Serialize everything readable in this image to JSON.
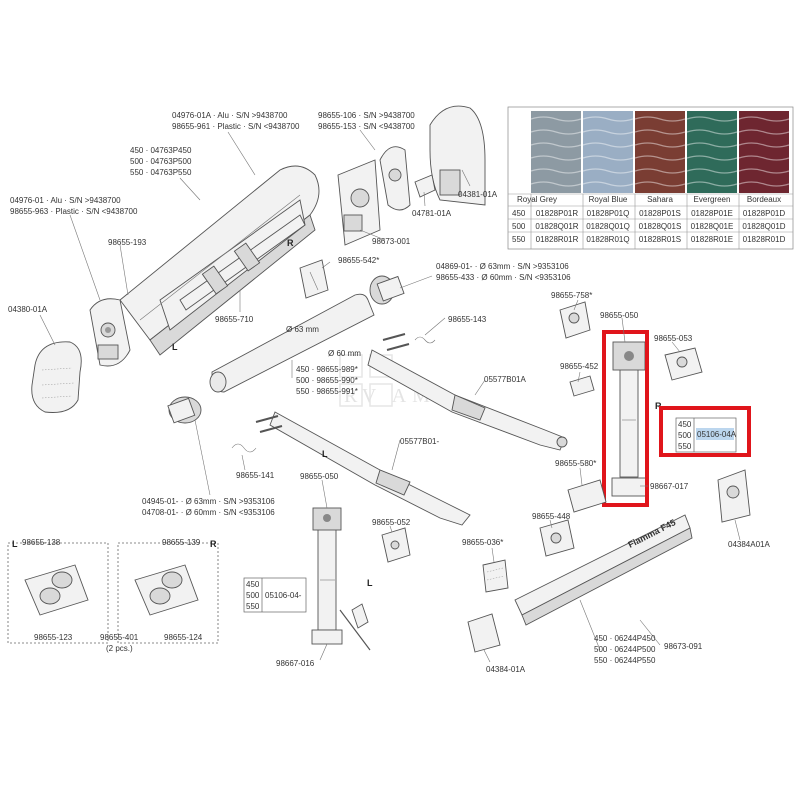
{
  "labels": {
    "l1": "04976-01A · Alu · S/N >9438700",
    "l2": "98655-961 · Plastic · S/N <9438700",
    "l3": "98655-106 · S/N >9438700",
    "l4": "98655-153 · S/N <9438700",
    "l5": "450 · 04763P450",
    "l6": "500 · 04763P500",
    "l7": "550 · 04763P550",
    "l8": "04976-01 · Alu · S/N >9438700",
    "l9": "98655-963 · Plastic · S/N <9438700",
    "l10": "98655-193",
    "l11": "04380-01A",
    "l12": "04381-01A",
    "l13": "04781-01A",
    "l14": "98673-001",
    "l15": "98655-542*",
    "l16": "98655-710",
    "l17": "04869-01- · Ø 63mm · S/N >9353106",
    "l18": "98655-433 · Ø 60mm · S/N <9353106",
    "l19": "Ø 63 mm",
    "l20": "Ø 60 mm",
    "l21": "450 · 98655-989*",
    "l22": "500 · 98655-990*",
    "l23": "550 · 98655-991*",
    "l24": "98655-143",
    "l25": "05577B01A",
    "l26": "05577B01-",
    "l27": "98655-141",
    "l28": "04945-01- · Ø 63mm · S/N >9353106",
    "l29": "04708-01- · Ø 60mm · S/N <9353106",
    "l30": "98655-758*",
    "l31": "98655-050",
    "l32": "98655-053",
    "l33": "98655-452",
    "l34": "98655-580*",
    "l35": "98667-017",
    "l36": "04384A01A",
    "l37": "98655-448",
    "l38": "98655-036*",
    "l39": "98655-050",
    "l40": "98655-052",
    "l41": "98667-016",
    "l42": "98655-138",
    "l43": "98655-139",
    "l44": "98655-123",
    "l45": "98655-401",
    "l46": "(2 pcs.)",
    "l47": "98655-124",
    "l48": "450 · 06244P450",
    "l49": "500 · 06244P500",
    "l50": "550 · 06244P550",
    "l51": "98673-091",
    "l52": "04384-01A",
    "L1": "L",
    "L2": "L",
    "L3": "L",
    "L4": "L",
    "R1": "R",
    "R2": "R",
    "R3": "R"
  },
  "size_table_left": {
    "rows": [
      "450",
      "500",
      "550"
    ],
    "code": "05106-04-"
  },
  "size_table_right": {
    "rows": [
      "450",
      "500",
      "550"
    ],
    "code": "05106-04A"
  },
  "fabric_table": {
    "columns": [
      "Royal Grey",
      "Royal Blue",
      "Sahara",
      "Evergreen",
      "Bordeaux"
    ],
    "swatch_colors": [
      "#8d9aa3",
      "#9aaec4",
      "#7a3d33",
      "#2f6b5a",
      "#6e2630"
    ],
    "rows": [
      {
        "size": "450",
        "codes": [
          "01828P01R",
          "01828P01Q",
          "01828P01S",
          "01828P01E",
          "01828P01D"
        ]
      },
      {
        "size": "500",
        "codes": [
          "01828Q01R",
          "01828Q01Q",
          "01828Q01S",
          "01828Q01E",
          "01828Q01D"
        ]
      },
      {
        "size": "550",
        "codes": [
          "01828R01R",
          "01828R01Q",
          "01828R01S",
          "01828R01E",
          "01828R01D"
        ]
      }
    ]
  },
  "highlight_color": "#e0151b",
  "watermark": "RV AM"
}
